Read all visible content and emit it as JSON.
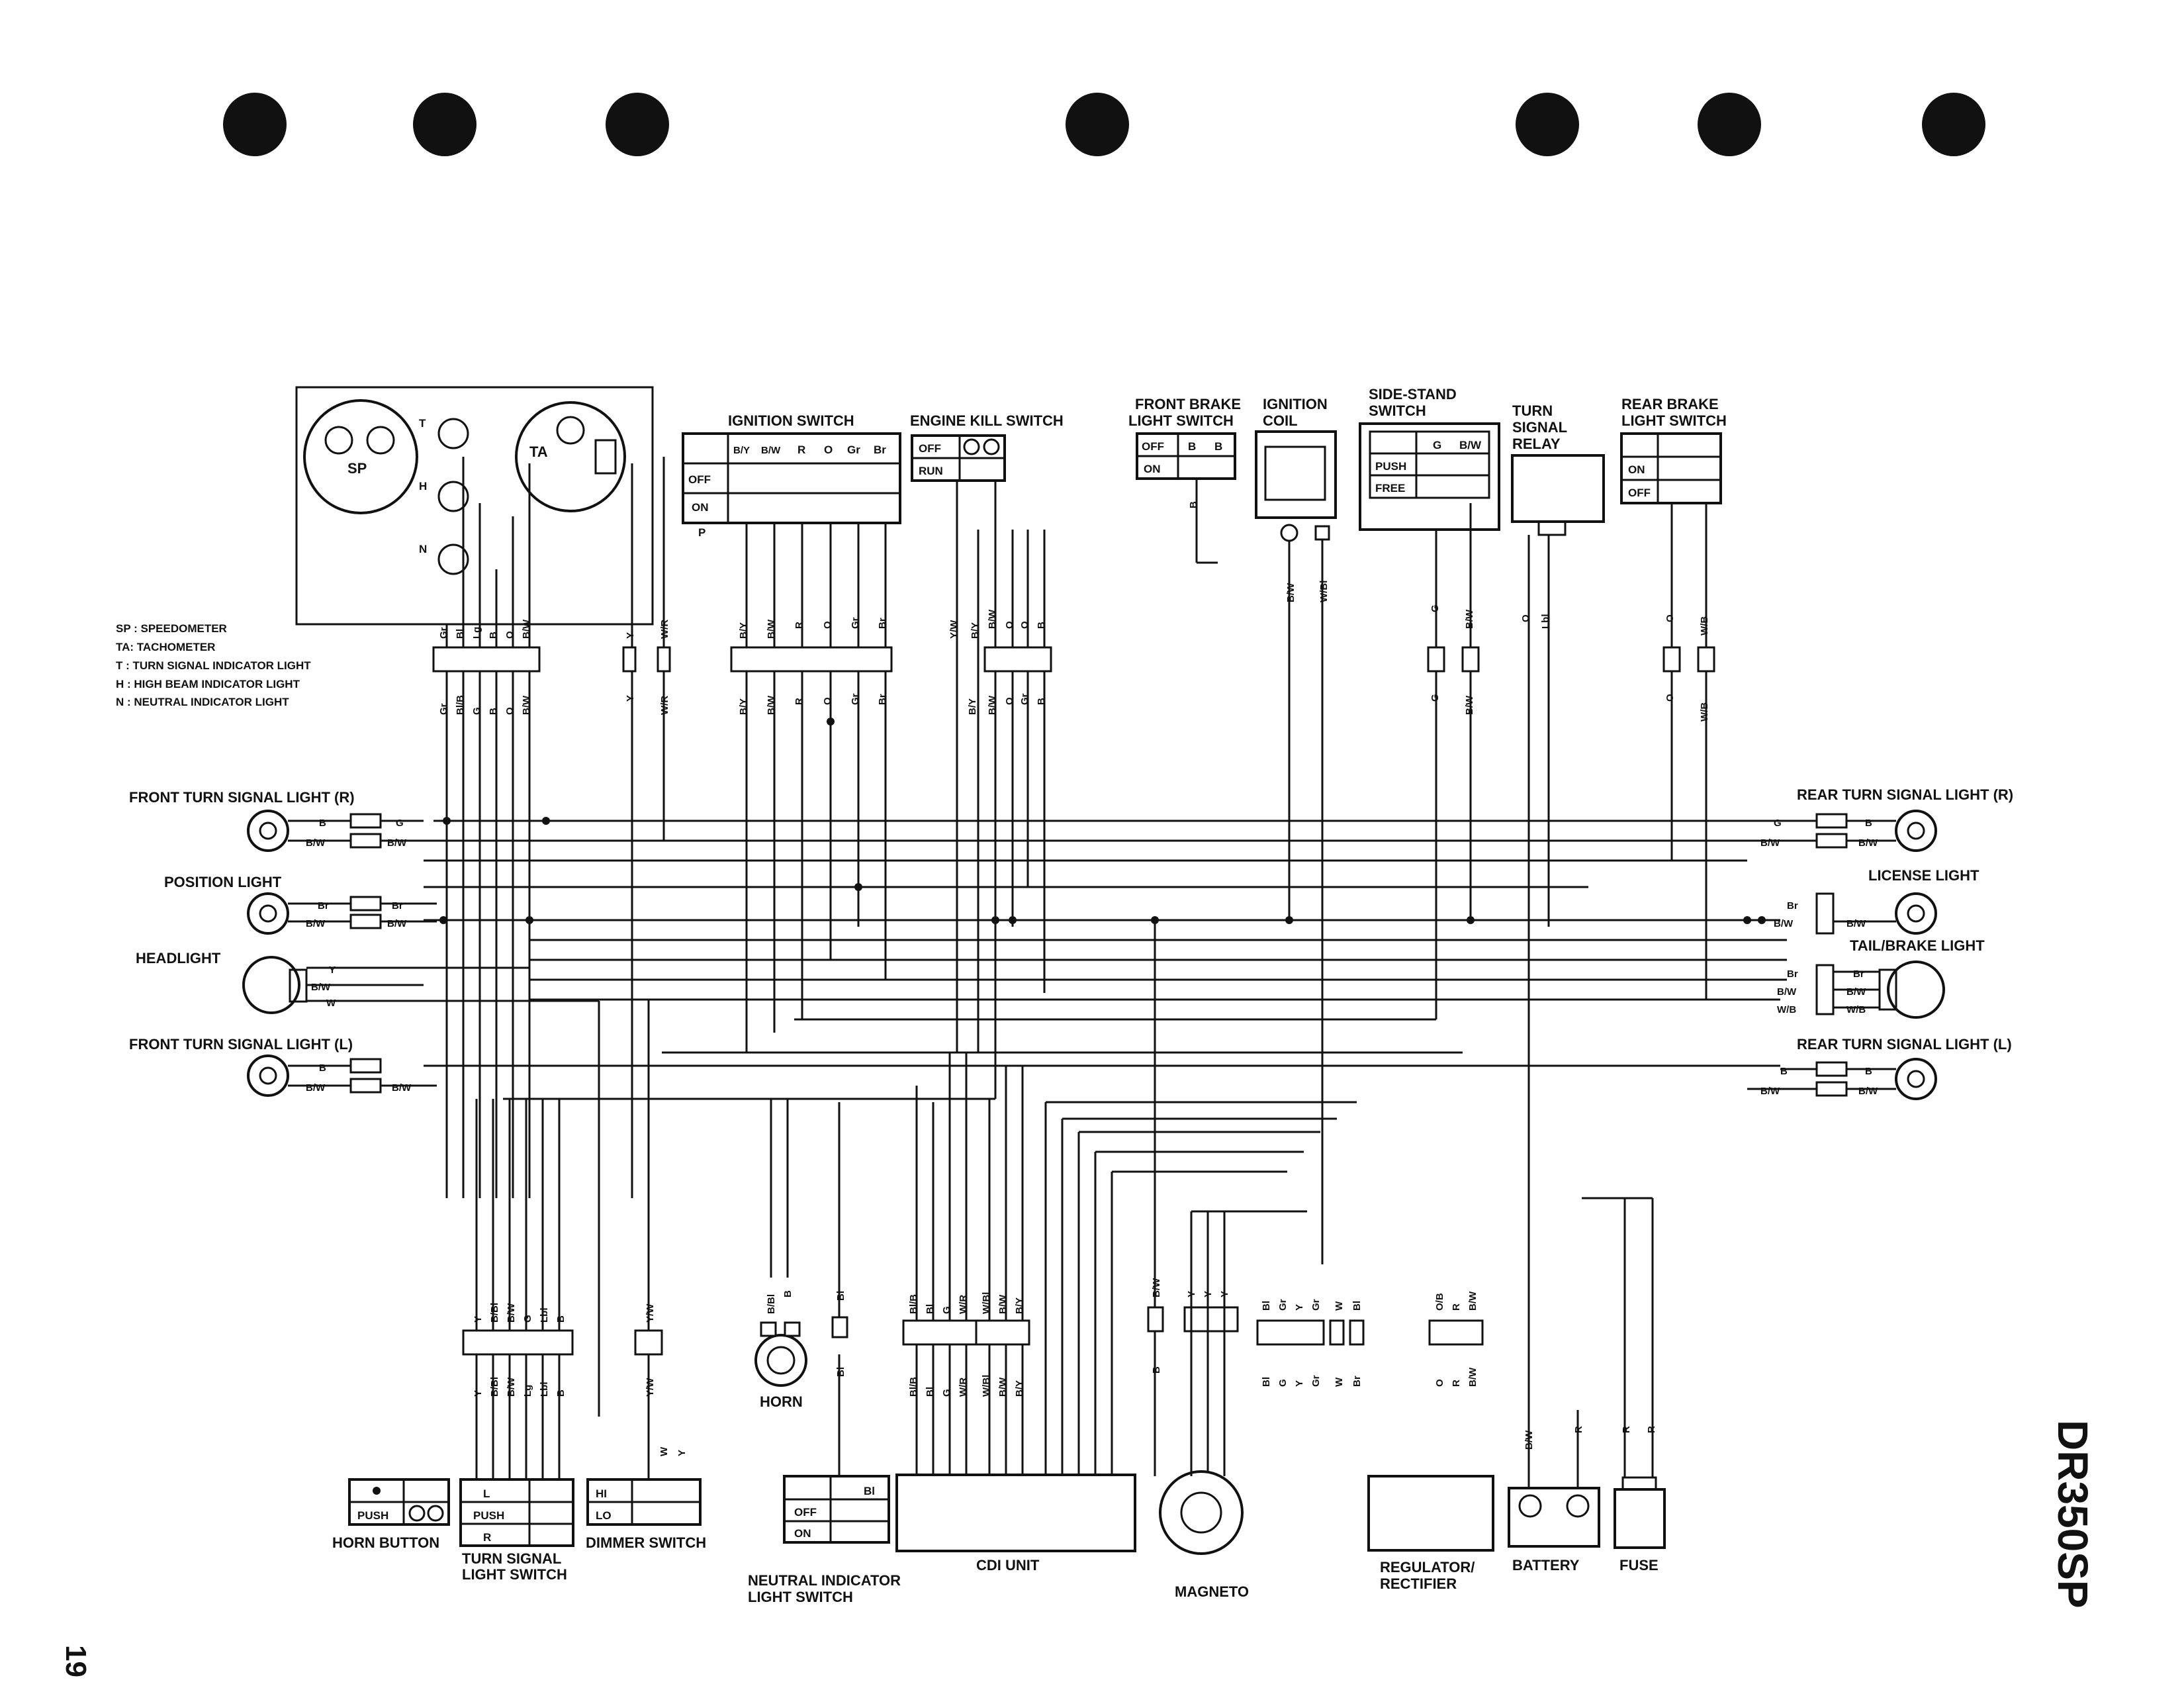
{
  "page_number": "19",
  "model": "DR350SP",
  "legend": [
    "SP : SPEEDOMETER",
    "TA: TACHOMETER",
    "T   : TURN SIGNAL INDICATOR LIGHT",
    "H   : HIGH BEAM INDICATOR LIGHT",
    "N   : NEUTRAL INDICATOR LIGHT"
  ],
  "meter": {
    "sp": "SP",
    "ta": "TA",
    "t": "T",
    "h": "H",
    "n": "N"
  },
  "components": {
    "ignition_switch": "IGNITION SWITCH",
    "engine_kill_switch": "ENGINE KILL SWITCH",
    "front_brake_1": "FRONT BRAKE",
    "front_brake_2": "LIGHT SWITCH",
    "ignition_coil_1": "IGNITION",
    "ignition_coil_2": "COIL",
    "side_stand_1": "SIDE-STAND",
    "side_stand_2": "SWITCH",
    "turn_relay_1": "TURN",
    "turn_relay_2": "SIGNAL",
    "turn_relay_3": "RELAY",
    "rear_brake_1": "REAR BRAKE",
    "rear_brake_2": "LIGHT SWITCH",
    "front_turn_r": "FRONT TURN SIGNAL LIGHT (R)",
    "position_light": "POSITION LIGHT",
    "headlight": "HEADLIGHT",
    "front_turn_l": "FRONT TURN SIGNAL LIGHT (L)",
    "rear_turn_r": "REAR TURN SIGNAL LIGHT (R)",
    "license_light": "LICENSE LIGHT",
    "tail_brake": "TAIL/BRAKE LIGHT",
    "rear_turn_l": "REAR TURN SIGNAL LIGHT (L)",
    "horn": "HORN",
    "horn_button": "HORN BUTTON",
    "turn_switch_1": "TURN SIGNAL",
    "turn_switch_2": "LIGHT SWITCH",
    "dimmer": "DIMMER SWITCH",
    "neutral_1": "NEUTRAL INDICATOR",
    "neutral_2": "LIGHT SWITCH",
    "cdi": "CDI UNIT",
    "magneto": "MAGNETO",
    "regulator_1": "REGULATOR/",
    "regulator_2": "RECTIFIER",
    "battery": "BATTERY",
    "fuse": "FUSE"
  },
  "switch_tables": {
    "ignition": {
      "cols": [
        "B/Y",
        "B/W",
        "R",
        "O",
        "Gr",
        "Br"
      ],
      "rows": [
        "OFF",
        "ON",
        "P"
      ]
    },
    "engine_kill": {
      "rows": [
        "OFF",
        "RUN"
      ]
    },
    "front_brake": {
      "cols": [
        "B",
        "B"
      ],
      "rows": [
        "OFF",
        "ON"
      ]
    },
    "side_stand": {
      "cols": [
        "G",
        "B/W"
      ],
      "rows": [
        "PUSH",
        "FREE"
      ]
    },
    "rear_brake": {
      "rows": [
        "ON",
        "OFF"
      ]
    },
    "horn_button": {
      "rows": [
        "PUSH"
      ]
    },
    "turn_switch": {
      "rows": [
        "L",
        "PUSH",
        "R"
      ]
    },
    "dimmer": {
      "rows": [
        "HI",
        "LO"
      ]
    },
    "neutral": {
      "cols": [
        "Bl"
      ],
      "rows": [
        "OFF",
        "ON"
      ]
    }
  },
  "wire_labels": {
    "meter_top": [
      "Gr",
      "Bl",
      "Lg",
      "B",
      "O",
      "B/W"
    ],
    "meter_bottom": [
      "Gr",
      "Bl/B",
      "G",
      "B",
      "O",
      "B/W"
    ],
    "y_wr_top": [
      "Y",
      "W/R"
    ],
    "y_wr_bottom": [
      "Y",
      "W/R"
    ],
    "ign_top": [
      "B/Y",
      "B/W",
      "R",
      "O",
      "Gr",
      "Br"
    ],
    "ign_bottom": [
      "B/Y",
      "B/W",
      "R",
      "O",
      "Gr",
      "Br"
    ],
    "kill_top": [
      "Y/W",
      "B/Y",
      "B/W",
      "O",
      "O",
      "B"
    ],
    "kill_bottom": [
      "B/Y",
      "B/W",
      "O",
      "Gr",
      "B"
    ],
    "coil": [
      "B/W",
      "W/Bl"
    ],
    "front_brake_wire": "B",
    "side_top": [
      "G",
      "B/W"
    ],
    "side_bottom": [
      "G",
      "B/W"
    ],
    "relay": [
      "O",
      "Lbl"
    ],
    "rear_brake_top": [
      "O",
      "W/B"
    ],
    "rear_brake_bottom": [
      "O",
      "W/B"
    ],
    "ftr": [
      "B",
      "B/W",
      "G",
      "B/W"
    ],
    "pos": [
      "Br",
      "B/W",
      "Br",
      "B/W"
    ],
    "head": [
      "Y",
      "B/W",
      "W"
    ],
    "ftl": [
      "B",
      "B/W",
      "B/W"
    ],
    "rtr": [
      "G",
      "B",
      "B/W",
      "B/W"
    ],
    "lic": [
      "Br",
      "B/W",
      "B/W"
    ],
    "tail": [
      "Br",
      "Br",
      "B/W",
      "B/W",
      "W/B",
      "W/B"
    ],
    "rtl": [
      "B",
      "B",
      "B/W",
      "B/W"
    ],
    "handle_top": [
      "Y",
      "B/Bl",
      "B/W",
      "G",
      "Lbl",
      "B"
    ],
    "handle_bottom": [
      "Y",
      "B/Bl",
      "B/W",
      "Lg",
      "Lbl",
      "B"
    ],
    "dimmer_top": [
      "Y/W"
    ],
    "dimmer_bottom": [
      "Y/W"
    ],
    "dimmer_out": [
      "W",
      "Y"
    ],
    "horn": [
      "B/Bl",
      "B"
    ],
    "neutral": [
      "Bl",
      "Bl"
    ],
    "cdi_top": [
      "Bl/B",
      "Bl",
      "G",
      "W/R",
      "W/Bl",
      "B/W",
      "B/Y"
    ],
    "cdi_bottom": [
      "Bl/B",
      "Bl",
      "G",
      "W/R",
      "W/Bl",
      "B/W",
      "B/Y"
    ],
    "mag_b": [
      "B/W",
      "B"
    ],
    "mag_y": [
      "Y",
      "Y",
      "Y"
    ],
    "gen_top": [
      "Bl",
      "Gr",
      "Y",
      "Gr",
      "W",
      "Bl"
    ],
    "gen_bottom": [
      "Bl",
      "G",
      "Y",
      "Gr",
      "W",
      "Br"
    ],
    "reg_top": [
      "O/B",
      "R",
      "B/W"
    ],
    "reg_bottom": [
      "O",
      "R",
      "B/W"
    ],
    "bat": [
      "B/W",
      "R"
    ],
    "fuse": [
      "R",
      "R"
    ]
  }
}
